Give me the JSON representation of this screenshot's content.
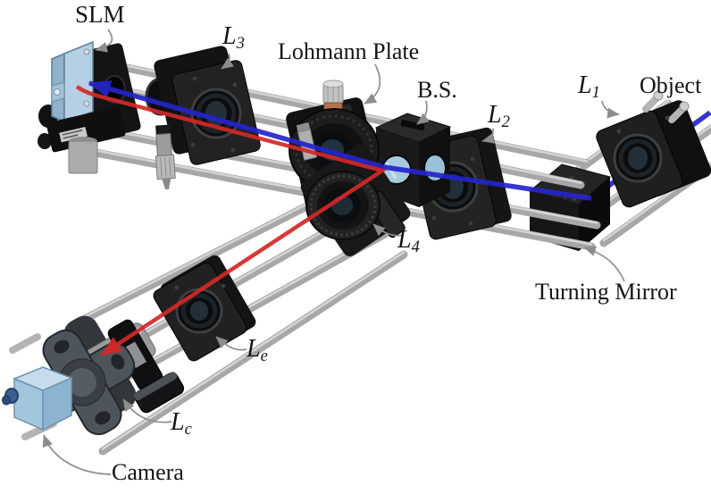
{
  "figure": {
    "background_color": "#ffffff"
  },
  "labels": {
    "slm": {
      "text": "SLM"
    },
    "l3": {
      "main": "L",
      "sub": "3"
    },
    "lohmann_plate": {
      "text": "Lohmann Plate"
    },
    "bs": {
      "text": "B.S."
    },
    "l2": {
      "main": "L",
      "sub": "2"
    },
    "l1": {
      "main": "L",
      "sub": "1"
    },
    "object": {
      "text": "Object"
    },
    "turning_mirror": {
      "text": "Turning Mirror"
    },
    "l4": {
      "main": "L",
      "sub": "4"
    },
    "le": {
      "main": "L",
      "sub": "e"
    },
    "lc": {
      "main": "L",
      "sub": "c"
    },
    "camera": {
      "text": "Camera"
    }
  },
  "beams": {
    "object_beam": {
      "color": "#2424cb",
      "route": "Object > L1 > Turning Mirror > L2 > B.S. > Lohmann Plate > L3 > SLM"
    },
    "return_beam": {
      "color": "#d42828",
      "route": "SLM > L3 > Lohmann Plate > B.S. > L4 > Le > Lc > Camera"
    }
  },
  "colors": {
    "annotation_arrow": "#8d8d8d",
    "label_text": "#151515",
    "hardware_dark": "#1b1b1b",
    "rod_gray": "#a7a7a7",
    "device_blue": "#b6d0e3"
  }
}
